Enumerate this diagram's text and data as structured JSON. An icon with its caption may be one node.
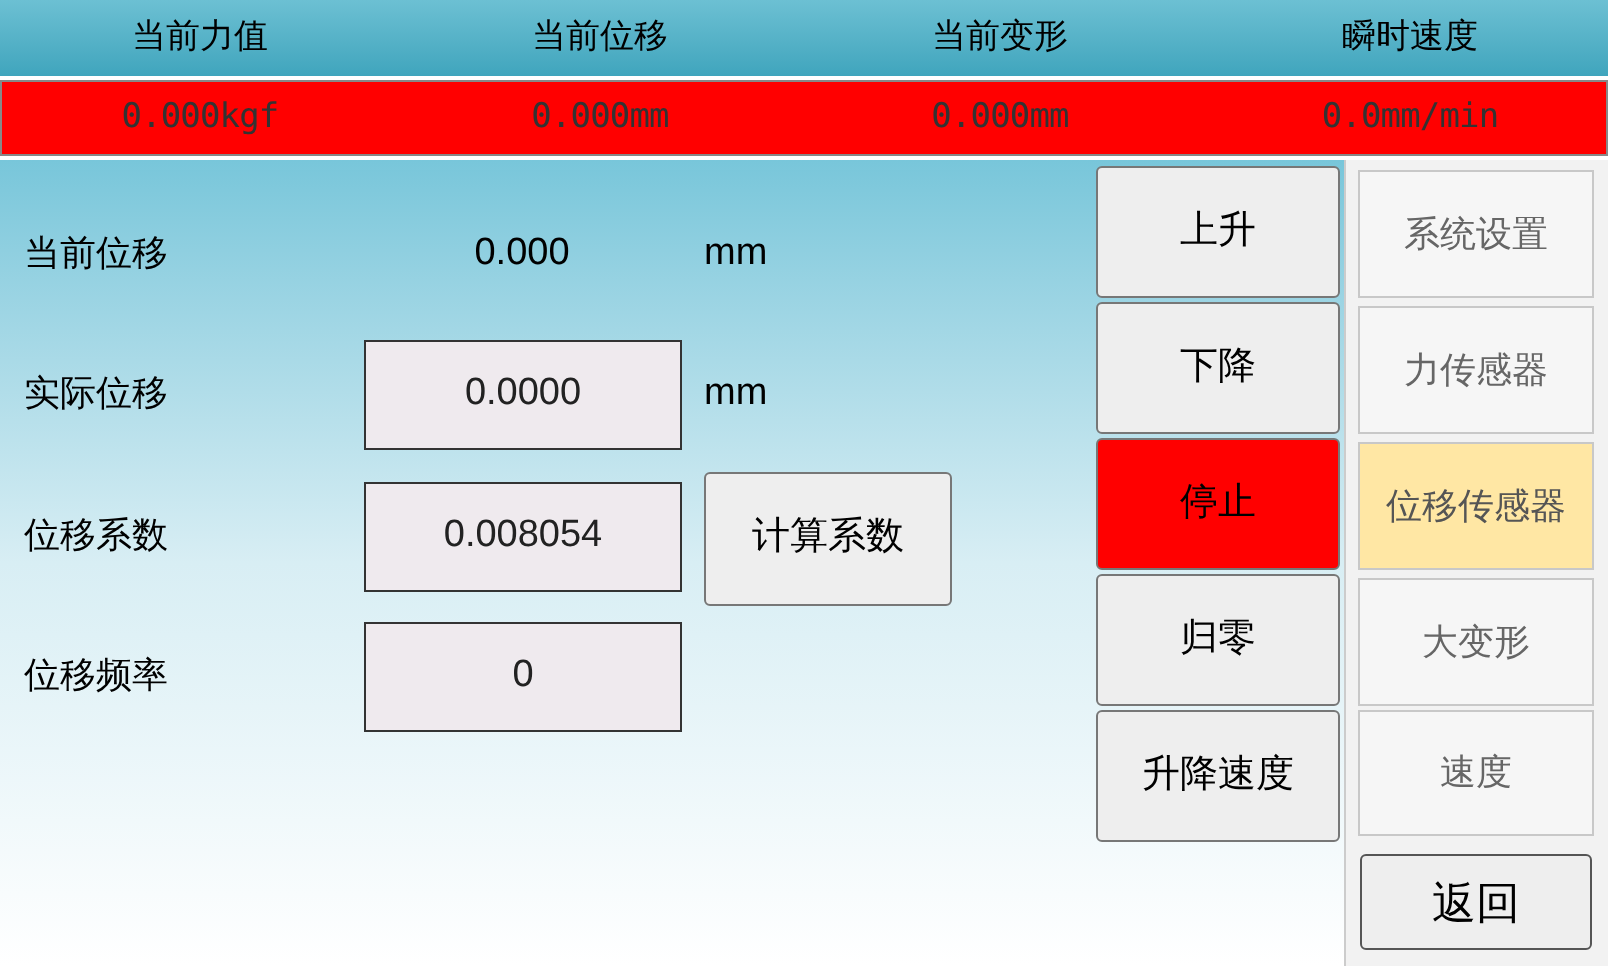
{
  "diagram": {
    "nodes": [
      {
        "text": [
          "0.0000"
        ]
      },
      {
        "text": [
          "0.008054"
        ]
      },
      {
        "text": [
          "0"
        ]
      },
      {
        "text": [
          "计算系数"
        ]
      },
      {
        "text": [
          "上升"
        ]
      },
      {
        "text": [
          "下降"
        ]
      },
      {
        "text": [
          "停止"
        ]
      },
      {
        "text": [
          "归零"
        ]
      },
      {
        "text": [
          "升降速度"
        ]
      },
      {
        "text": [
          "系统设置"
        ]
      },
      {
        "text": [
          "力传感器"
        ]
      },
      {
        "text": [
          "位移传感器"
        ]
      },
      {
        "text": [
          "大变形"
        ]
      },
      {
        "text": [
          "速度"
        ]
      },
      {
        "text": [
          "返回"
        ]
      }
    ],
    "labels": [
      "当前力值",
      "当前位移",
      "当前变形",
      "瞬时速度",
      "0.000kgf",
      "0.000mm",
      "0.000mm",
      "0.0mm/min",
      "当前位移",
      "0.000",
      "mm",
      "实际位移",
      "mm",
      "位移系数",
      "位移频率"
    ]
  }
}
